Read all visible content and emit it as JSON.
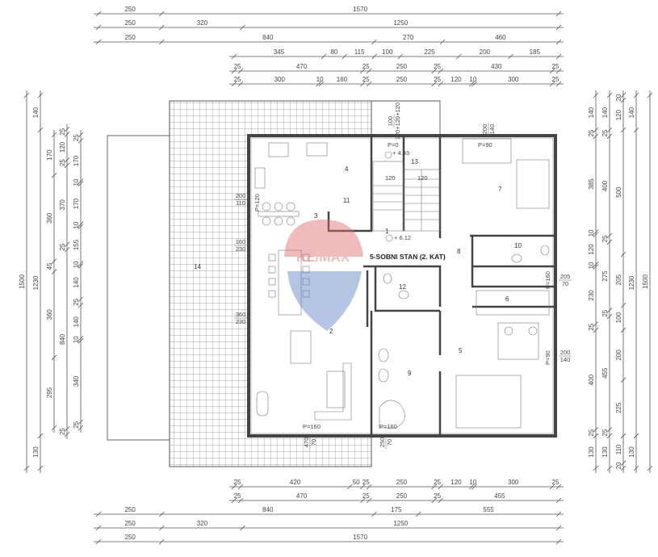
{
  "plan": {
    "title": "5-SOBNI STAN (2. KAT)",
    "logo_text": "RE/MAX",
    "rooms": [
      "14",
      "3",
      "4",
      "11",
      "13",
      "1",
      "7",
      "10",
      "8",
      "12",
      "6",
      "2",
      "5",
      "9"
    ],
    "elevations": [
      "+ 4.93",
      "+ 6.12"
    ],
    "parapets": [
      "P=0",
      "P=90",
      "P=120",
      "P=160",
      "P=90",
      "P=160",
      "P=160"
    ],
    "openings": [
      {
        "w": "200",
        "h": "110"
      },
      {
        "w": "160",
        "h": "230"
      },
      {
        "w": "360",
        "h": "230"
      },
      {
        "w": "200",
        "h": "140"
      },
      {
        "w": "100",
        "h": "120+120+120"
      },
      {
        "w": "205",
        "h": "70"
      },
      {
        "w": "200",
        "h": "140"
      },
      {
        "w": "470",
        "h": "70"
      },
      {
        "w": "250",
        "h": "70"
      }
    ],
    "stair_widths": [
      "120",
      "120"
    ]
  },
  "dimensions": {
    "top": [
      [
        250,
        1570
      ],
      [
        250,
        320,
        1250
      ],
      [
        250,
        840,
        270,
        460
      ],
      [
        345,
        80,
        115,
        100,
        225,
        200,
        185
      ],
      [
        25,
        470,
        25,
        250,
        25,
        430,
        25
      ],
      [
        25,
        300,
        10,
        160,
        25,
        250,
        25,
        120,
        10,
        300,
        25
      ]
    ],
    "bottom": [
      [
        25,
        420,
        50,
        25,
        250,
        25,
        120,
        10,
        300,
        25
      ],
      [
        25,
        470,
        25,
        250,
        25,
        455
      ],
      [
        250,
        840,
        175,
        555
      ],
      [
        250,
        320,
        1250
      ],
      [
        250,
        1570
      ]
    ],
    "left": [
      [
        1500
      ],
      [
        140,
        1230,
        130
      ],
      [
        170,
        360,
        45,
        360,
        295
      ],
      [
        25,
        120,
        25,
        370,
        25,
        840,
        25
      ],
      [
        25,
        170,
        10,
        170,
        10,
        155,
        10,
        140,
        25,
        140,
        10,
        340,
        25
      ]
    ],
    "right": [
      [
        140,
        25,
        385,
        10,
        120,
        10,
        230,
        25,
        400,
        25,
        130
      ],
      [
        140,
        25,
        400,
        25,
        275,
        25,
        455,
        25,
        130
      ],
      [
        20,
        120,
        500,
        205,
        100,
        200,
        225,
        110,
        20
      ],
      [
        140,
        1230,
        130
      ],
      [
        1500
      ]
    ]
  },
  "colors": {
    "remax_red": "#e06a6a",
    "remax_blue": "#5b7fc0",
    "terrace_grid": "#777777"
  }
}
